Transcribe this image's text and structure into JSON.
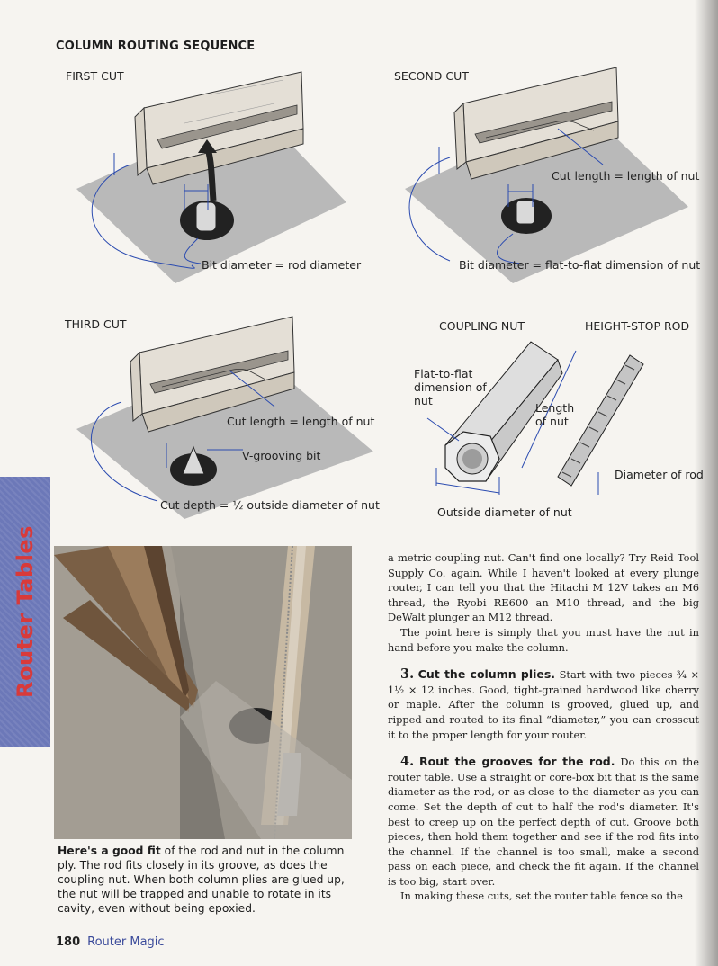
{
  "section_title": "COLUMN ROUTING SEQUENCE",
  "figures": {
    "first_cut": {
      "label": "FIRST CUT",
      "callout_bit": "Bit diameter = rod diameter"
    },
    "second_cut": {
      "label": "SECOND CUT",
      "callout_length": "Cut length = length of nut",
      "callout_bit": "Bit diameter = flat-to-flat dimension of nut"
    },
    "third_cut": {
      "label": "THIRD CUT",
      "callout_length": "Cut length = length of nut",
      "callout_bit": "V-grooving bit",
      "callout_depth": "Cut depth = ½ outside diameter of nut"
    },
    "parts": {
      "coupling_nut_label": "COUPLING NUT",
      "height_stop_rod_label": "HEIGHT-STOP ROD",
      "flat_to_flat": "Flat-to-flat dimension of nut",
      "length_of_nut": "Length of nut",
      "diameter_of_rod": "Diameter of rod",
      "outside_diameter": "Outside diameter of nut"
    }
  },
  "side_tab": "Router Tables",
  "photo_caption": {
    "lead": "Here's a good fit",
    "text": " of the rod and nut in the column ply. The rod fits closely in its groove, as does the coupling nut. When both column plies are glued up, the nut will be trapped and unable to rotate in its cavity, even without being epoxied."
  },
  "body": {
    "para1": "a metric coupling nut. Can't find one locally? Try Reid Tool Supply Co. again. While I haven't looked at every plunge router, I can tell you that the Hitachi M 12V takes an M6 thread, the Ryobi RE600 an M10 thread, and the big DeWalt plunger an M12 thread.",
    "para2": "The point here is simply that you must have the nut in hand before you make the column.",
    "step3_num": "3.",
    "step3_title": "Cut the column plies.",
    "step3_text": " Start with two pieces ¾ × 1½ × 12 inches. Good, tight-grained hardwood like cherry or maple. After the column is grooved, glued up, and ripped and routed to its final “diameter,” you can crosscut it to the proper length for your router.",
    "step4_num": "4.",
    "step4_title": "Rout the grooves for the rod.",
    "step4_text": " Do this on the router table. Use a straight or core-box bit that is the same diameter as the rod, or as close to the diameter as you can come. Set the depth of cut to half the rod's diameter. It's best to creep up on the perfect depth of cut. Groove both pieces, then hold them together and see if the rod fits into the channel. If the channel is too small, make a second pass on each piece, and check the fit again. If the channel is too big, start over.",
    "para_last": "In making these cuts, set the router table fence so the"
  },
  "footer": {
    "page_number": "180",
    "book_title": "Router Magic"
  },
  "colors": {
    "tab_blue": "#6c78b8",
    "tab_text_red": "#d83a3a",
    "callout_line_blue": "#2b4bb0",
    "folio_blue": "#3a4a9a"
  }
}
